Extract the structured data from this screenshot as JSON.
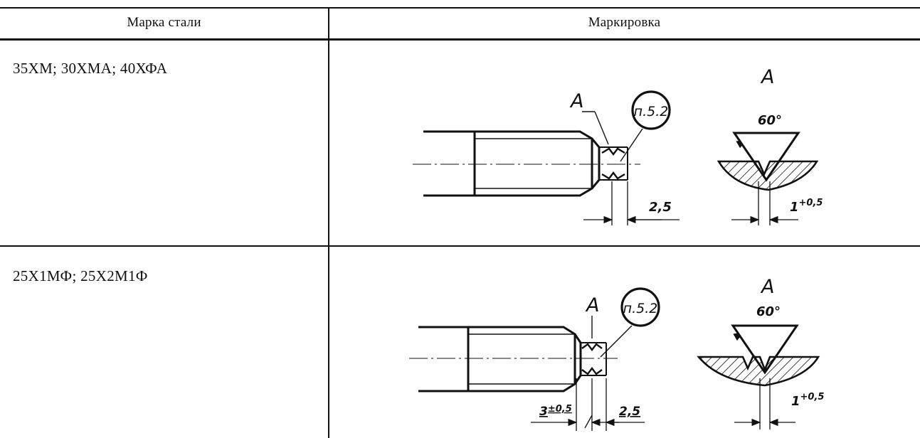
{
  "table": {
    "headers": {
      "steel_grade": "Марка стали",
      "marking": "Маркировка"
    },
    "rows": [
      {
        "steel_grade": "35ХМ; 30ХМА; 40ХФА",
        "drawing": {
          "view_label": "A",
          "callout_label": "A",
          "clause_ref": "п.5.2",
          "angle": "60°",
          "dim_mark_pitch": "2,5",
          "dim_groove_width": "1",
          "dim_groove_tol": "+0,5"
        }
      },
      {
        "steel_grade": "25Х1МФ; 25Х2М1Ф",
        "drawing": {
          "view_label": "A",
          "callout_label": "A",
          "clause_ref": "п.5.2",
          "angle": "60°",
          "dim_mark_pitch": "2,5",
          "dim_offset": "3",
          "dim_offset_tol": "±0,5",
          "dim_groove_width": "1",
          "dim_groove_tol": "+0,5"
        }
      }
    ]
  }
}
